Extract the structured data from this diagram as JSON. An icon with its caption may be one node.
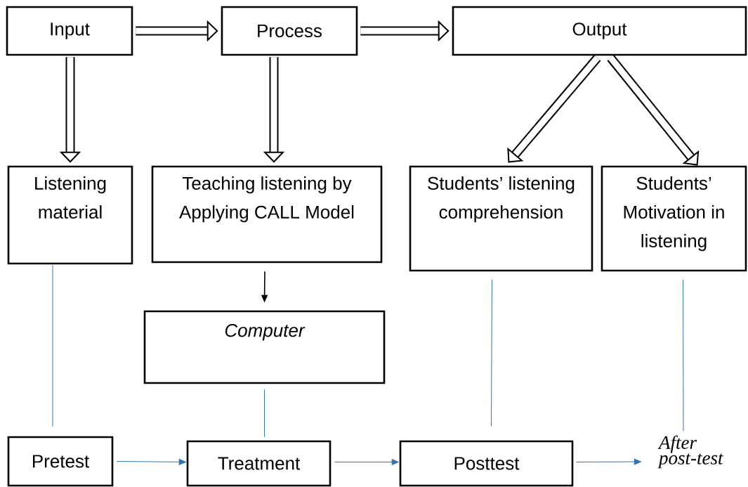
{
  "diagram": {
    "nodes": [
      {
        "text": [
          "Input"
        ]
      },
      {
        "text": [
          "Process"
        ]
      },
      {
        "text": [
          "Output"
        ]
      },
      {
        "text": [
          "Listening material"
        ]
      },
      {
        "text": [
          "Teaching listening by Applying CALL Model"
        ]
      },
      {
        "text": [
          "Students’ listening comprehension"
        ]
      },
      {
        "text": [
          "Students’ Motivation in listening"
        ]
      },
      {
        "text": [
          "Computer"
        ]
      },
      {
        "text": [
          "Pretest"
        ]
      },
      {
        "text": [
          "Treatment"
        ]
      },
      {
        "text": [
          "Posttest"
        ]
      },
      {
        "text": [
          "After post-test"
        ]
      }
    ],
    "edges": [
      {
        "from": 0,
        "to": 1,
        "arrow": "to",
        "style": "thick"
      },
      {
        "from": 1,
        "to": 2,
        "arrow": "to",
        "style": "thick"
      },
      {
        "from": 0,
        "to": 3,
        "arrow": "to",
        "style": "thick"
      },
      {
        "from": 1,
        "to": 4,
        "arrow": "to",
        "style": "thick"
      },
      {
        "from": 2,
        "to": 5,
        "arrow": "to",
        "style": "thick"
      },
      {
        "from": 2,
        "to": 6,
        "arrow": "to",
        "style": "thick"
      },
      {
        "from": 4,
        "to": 7,
        "arrow": "to"
      },
      {
        "from": 3,
        "to": 8,
        "arrow": "none",
        "color": "#2e75b6"
      },
      {
        "from": 7,
        "to": 9,
        "arrow": "none",
        "color": "#2e75b6"
      },
      {
        "from": 5,
        "to": 10,
        "arrow": "none",
        "color": "#2e75b6"
      },
      {
        "from": 6,
        "to": 11,
        "arrow": "none",
        "color": "#2e75b6"
      },
      {
        "from": 8,
        "to": 9,
        "arrow": "to",
        "color": "#2e75b6"
      },
      {
        "from": 9,
        "to": 10,
        "arrow": "to",
        "color": "#2e75b6"
      },
      {
        "from": 10,
        "to": 11,
        "arrow": "to",
        "color": "#2e75b6"
      }
    ]
  }
}
